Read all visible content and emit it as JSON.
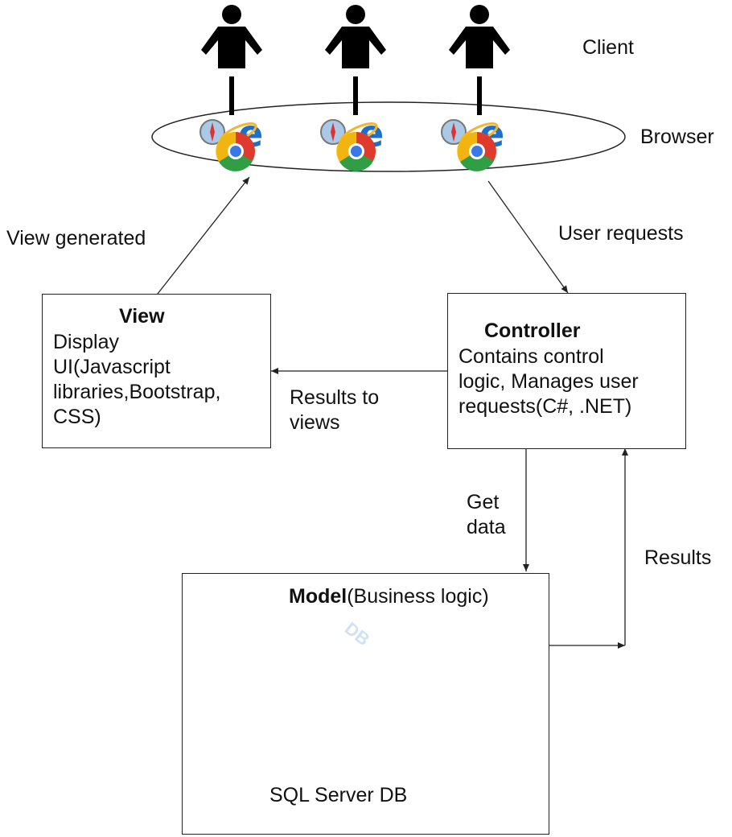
{
  "labels": {
    "client": "Client",
    "browser": "Browser",
    "view_generated": "View generated",
    "user_requests": "User requests",
    "results_to_views": [
      "Results to",
      "views"
    ],
    "get_data": [
      "Get",
      "data"
    ],
    "results": "Results"
  },
  "view_box": {
    "title": "View",
    "lines": [
      "Display",
      "UI(Javascript",
      "libraries,Bootstrap,",
      "CSS)"
    ]
  },
  "controller_box": {
    "title": "Controller",
    "lines": [
      "Contains control",
      "logic, Manages user",
      "requests(C#, .NET)"
    ]
  },
  "model_box": {
    "title_bold": "Model",
    "title_rest": "(Business logic)",
    "db_label": "DB",
    "caption": "SQL Server DB"
  },
  "colors": {
    "db_blue": "#2f6f9e",
    "db_light": "#5b98c6",
    "line": "#222222"
  },
  "icons": [
    "person-icon",
    "safari-icon",
    "chrome-icon",
    "ie-icon",
    "database-icon"
  ]
}
